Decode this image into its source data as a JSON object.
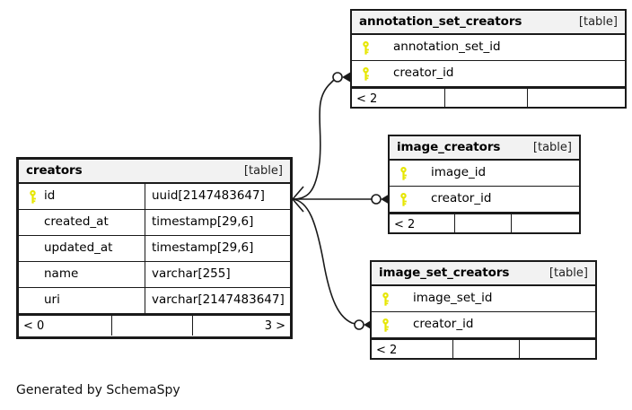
{
  "diagram": {
    "tool": "SchemaSpy",
    "footer_text": "Generated by SchemaSpy",
    "table_kind_label": "[table]",
    "key_icon": "primary-key-icon",
    "colors": {
      "key_yellow": "#e6e600",
      "header_background": "#f2f2f2",
      "border": "#1a1a1a",
      "page_background": "#ffffff"
    }
  },
  "tables": {
    "creators": {
      "name": "creators",
      "kind": "[table]",
      "columns": [
        {
          "key": true,
          "name": "id",
          "type": "uuid[2147483647]"
        },
        {
          "key": false,
          "name": "created_at",
          "type": "timestamp[29,6]"
        },
        {
          "key": false,
          "name": "updated_at",
          "type": "timestamp[29,6]"
        },
        {
          "key": false,
          "name": "name",
          "type": "varchar[255]"
        },
        {
          "key": false,
          "name": "uri",
          "type": "varchar[2147483647]"
        }
      ],
      "footer": {
        "left": "< 0",
        "middle": "",
        "right": "3 >"
      }
    },
    "annotation_set_creators": {
      "name": "annotation_set_creators",
      "kind": "[table]",
      "columns": [
        {
          "key": true,
          "name": "annotation_set_id"
        },
        {
          "key": true,
          "name": "creator_id"
        }
      ],
      "footer": {
        "left": "< 2",
        "middle": "",
        "right": ""
      }
    },
    "image_creators": {
      "name": "image_creators",
      "kind": "[table]",
      "columns": [
        {
          "key": true,
          "name": "image_id"
        },
        {
          "key": true,
          "name": "creator_id"
        }
      ],
      "footer": {
        "left": "< 2",
        "middle": "",
        "right": ""
      }
    },
    "image_set_creators": {
      "name": "image_set_creators",
      "kind": "[table]",
      "columns": [
        {
          "key": true,
          "name": "image_set_id"
        },
        {
          "key": true,
          "name": "creator_id"
        }
      ],
      "footer": {
        "left": "< 2",
        "middle": "",
        "right": ""
      }
    }
  },
  "relationships": [
    {
      "from": "creators.id",
      "to": "annotation_set_creators.creator_id",
      "from_cardinality": "one",
      "to_cardinality": "zero-or-many"
    },
    {
      "from": "creators.id",
      "to": "image_creators.creator_id",
      "from_cardinality": "one",
      "to_cardinality": "zero-or-many"
    },
    {
      "from": "creators.id",
      "to": "image_set_creators.creator_id",
      "from_cardinality": "one",
      "to_cardinality": "zero-or-many"
    }
  ]
}
